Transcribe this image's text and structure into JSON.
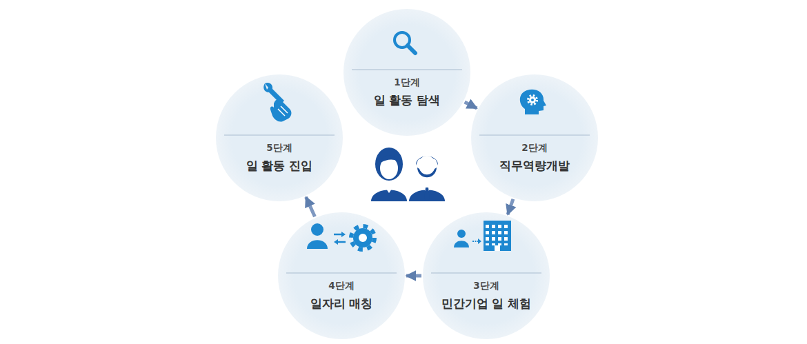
{
  "diagram": {
    "nodes": [
      {
        "text": [
          "1단계",
          "일 활동 탐색"
        ]
      },
      {
        "text": [
          "2단계",
          "직무역량개발"
        ]
      },
      {
        "text": [
          "3단계",
          "민간기업 일 체험"
        ]
      },
      {
        "text": [
          "4단계",
          "일자리 매칭"
        ]
      },
      {
        "text": [
          "5단계",
          "일 활동 진입"
        ]
      }
    ],
    "edges": [
      {
        "from": 0,
        "to": 1,
        "arrow": "to"
      },
      {
        "from": 1,
        "to": 2,
        "arrow": "to"
      },
      {
        "from": 2,
        "to": 3,
        "arrow": "to"
      },
      {
        "from": 3,
        "to": 4,
        "arrow": "to"
      }
    ]
  }
}
